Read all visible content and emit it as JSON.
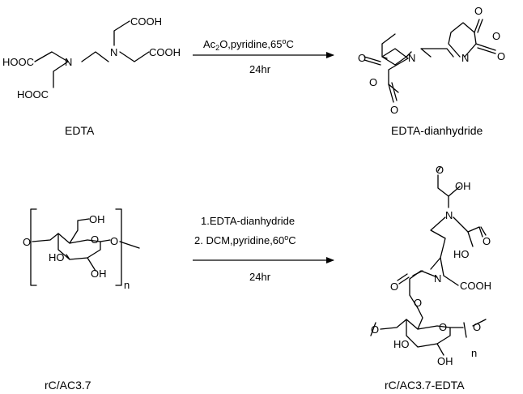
{
  "reaction1": {
    "reactant": {
      "caption": "EDTA",
      "labels": {
        "cooh_top": "COOH",
        "cooh_right": "COOH",
        "hooc_left": "HOOC",
        "hooc_bottom": "HOOC",
        "n1": "N",
        "n2": "N"
      }
    },
    "conditions": {
      "line1_a": "Ac",
      "line1_sub": "2",
      "line1_b": "O,pyridine,65",
      "line1_sup": "o",
      "line1_c": "C",
      "line2": "24hr"
    },
    "product": {
      "caption": "EDTA-dianhydride",
      "labels": {
        "o_ketone_tr": "O",
        "o_ring_right": "O",
        "o_ketone_r": "O",
        "o_ketone_l": "O",
        "o_ring_left": "O",
        "o_ketone_bl": "O",
        "n1": "N",
        "n2": "N"
      }
    }
  },
  "reaction2": {
    "reactant": {
      "caption": "rC/AC3.7",
      "labels": {
        "oh_top": "OH",
        "ho_left": "HO",
        "oh_bottom": "OH",
        "o_left": "O",
        "o_ring": "O",
        "o_right": "O",
        "n": "n"
      }
    },
    "conditions": {
      "line1": "1.EDTA-dianhydride",
      "line2_a": "2. DCM,pyridine,60",
      "line2_sup": "o",
      "line2_b": "C",
      "line3": "24hr"
    },
    "product": {
      "caption": "rC/AC3.7-EDTA",
      "labels": {
        "oh_top": "OH",
        "o_top": "O",
        "n1": "N",
        "o_mid": "O",
        "ho_mid": "HO",
        "o_ester": "O",
        "n2": "N",
        "cooh": "COOH",
        "o_link": "O",
        "o_left": "O",
        "o_ring": "O",
        "o_right": "O",
        "ho_left": "HO",
        "oh_bottom": "OH",
        "n": "n"
      }
    }
  }
}
